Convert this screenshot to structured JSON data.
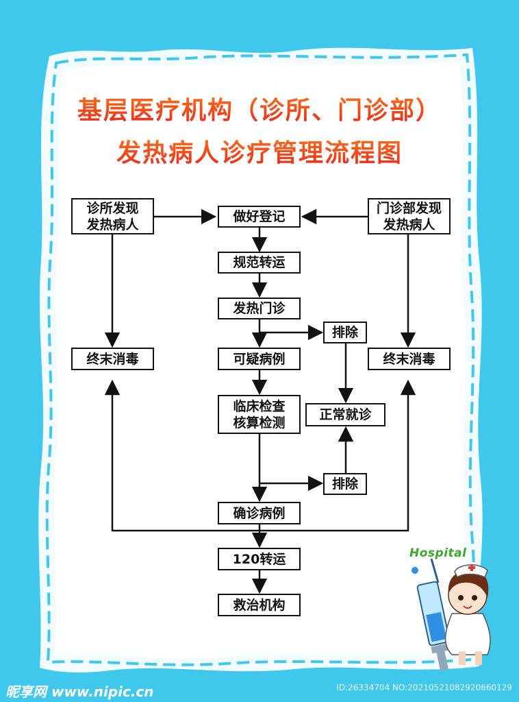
{
  "title": {
    "line1": "基层医疗机构（诊所、门诊部）",
    "line2": "发热病人诊疗管理流程图"
  },
  "nodes": {
    "clinic_find": "诊所发现\n发热病人",
    "register": "做好登记",
    "outpatient_find": "门诊部发现\n发热病人",
    "transfer": "规范转运",
    "fever_clinic": "发热门诊",
    "exclude_1": "排除",
    "disinfect_left": "终末消毒",
    "suspected": "可疑病例",
    "disinfect_right": "终末消毒",
    "exam": "临床检查\n核算检测",
    "normal_visit": "正常就诊",
    "exclude_2": "排除",
    "confirmed": "确诊病例",
    "transfer_120": "120转运",
    "treatment": "救治机构"
  },
  "illustration": {
    "label": "Hospital"
  },
  "watermark": {
    "left": "昵享网 www.nipic.cn",
    "right": "ID:26334704 NO:20210521082920660129"
  },
  "colors": {
    "background": "#3fc8ec",
    "frame": "#ffffff",
    "title_top": "#ff7a1a",
    "title_bottom": "#e8261c"
  }
}
